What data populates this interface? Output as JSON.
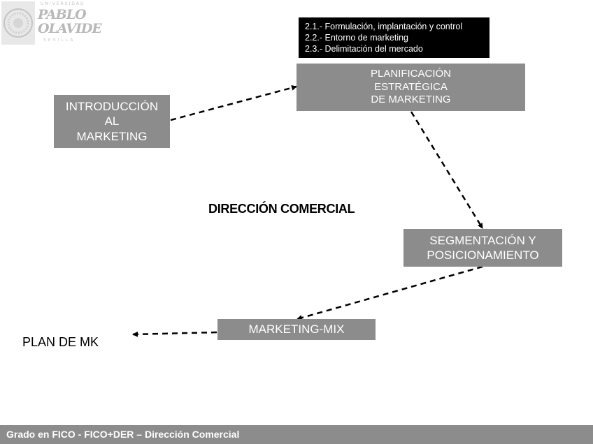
{
  "logo": {
    "top_text": "UNIVERSIDAD",
    "line1": "PABLO",
    "line2": "OLAVIDE",
    "bottom_text": "SEVILLA"
  },
  "subtopics": [
    "2.1.- Formulación, implantación y control",
    "2.2.- Entorno de marketing",
    "2.3.- Delimitación del mercado"
  ],
  "boxes": {
    "intro": "INTRODUCCIÓN\nAL\nMARKETING",
    "planificacion": "PLANIFICACIÓN\nESTRATÉGICA\nDE MARKETING",
    "segmentacion": "SEGMENTACIÓN Y\nPOSICIONAMIENTO",
    "mix": "MARKETING-MIX"
  },
  "center_title": "DIRECCIÓN COMERCIAL",
  "plan_label": "PLAN DE MK",
  "footer": "Grado en FICO - FICO+DER – Dirección Comercial",
  "colors": {
    "box_fill": "#8c8c8c",
    "box_text": "#ffffff",
    "subtopics_fill": "#000000",
    "arrow": "#000000"
  }
}
